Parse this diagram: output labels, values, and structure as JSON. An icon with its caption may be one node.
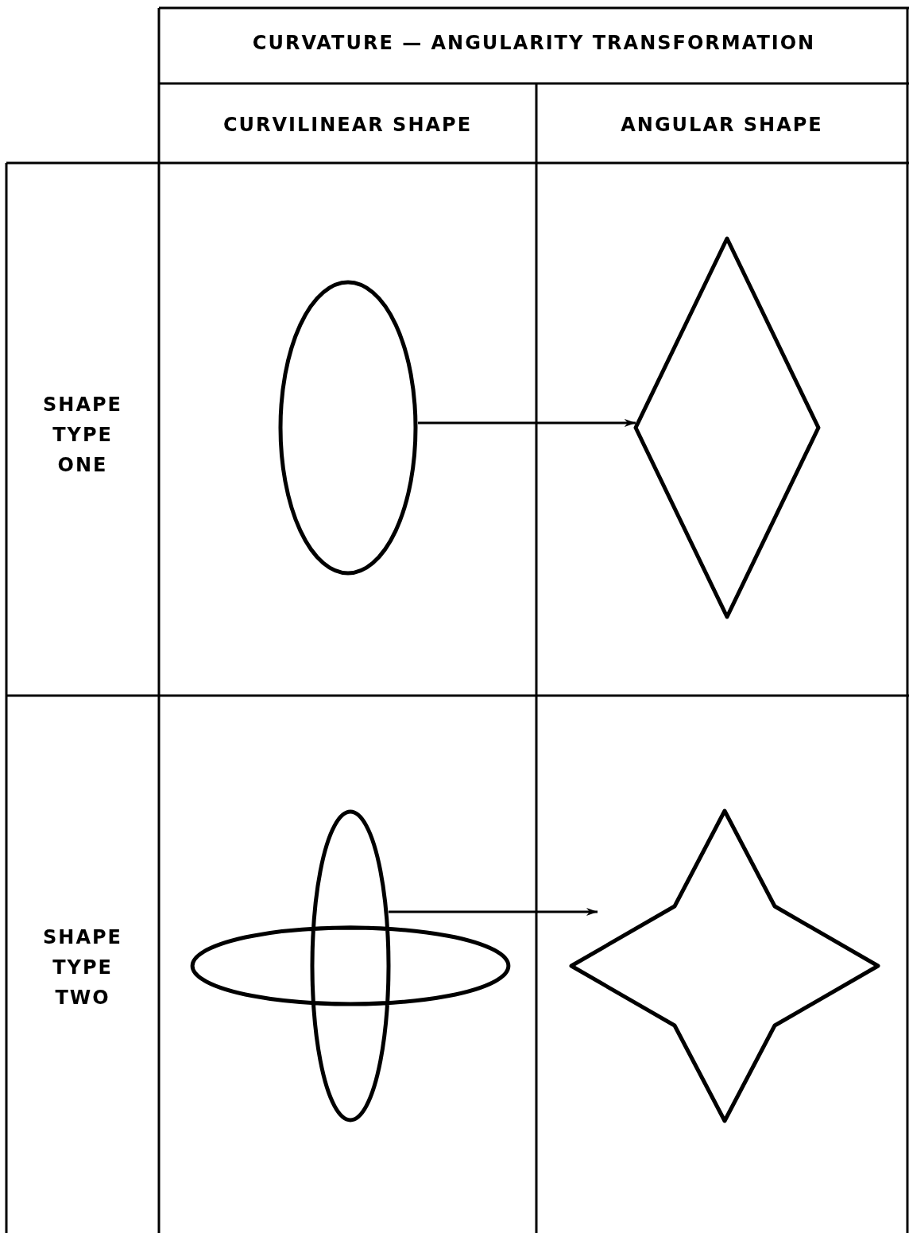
{
  "diagram": {
    "nodes": [
      {
        "text": [],
        "shape": "ellipse"
      },
      {
        "text": [],
        "shape": "diamond"
      },
      {
        "text": [],
        "shape": "cross"
      },
      {
        "text": [],
        "shape": "star"
      }
    ],
    "edges": [
      {
        "from": 0,
        "to": 1,
        "arrow": "to"
      },
      {
        "from": 2,
        "to": 3,
        "arrow": "to"
      }
    ],
    "labels": [
      "CURVATURE — ANGULARITY TRANSFORMATION",
      "CURVILINEAR SHAPE",
      "ANGULAR SHAPE",
      "SHAPE TYPE ONE",
      "SHAPE TYPE TWO"
    ]
  }
}
